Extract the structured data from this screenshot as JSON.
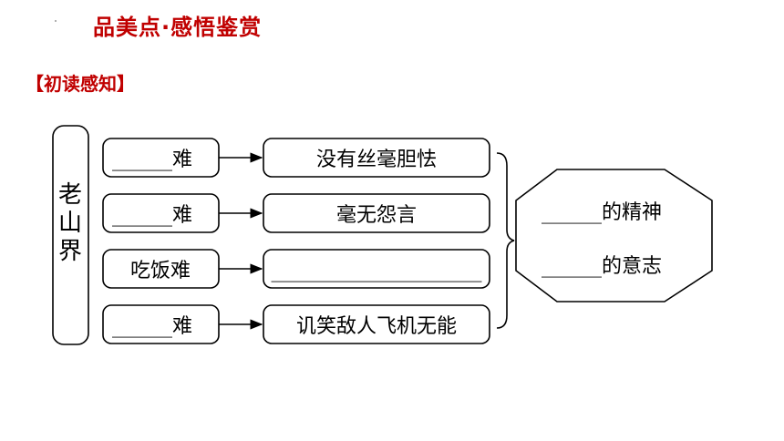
{
  "header": {
    "title": "品美点·感悟鉴赏",
    "section": "【初读感知】"
  },
  "diagram": {
    "root": "老山界",
    "left_items": [
      "______难",
      "______难",
      "吃饭难",
      "______难"
    ],
    "middle_items": [
      "没有丝毫胆怯",
      "毫无怨言",
      "_____________________",
      "讥笑敌人飞机无能"
    ],
    "right_items": [
      "______的精神",
      "______的意志"
    ]
  },
  "colors": {
    "heading": "#c00000",
    "line": "#000000"
  }
}
